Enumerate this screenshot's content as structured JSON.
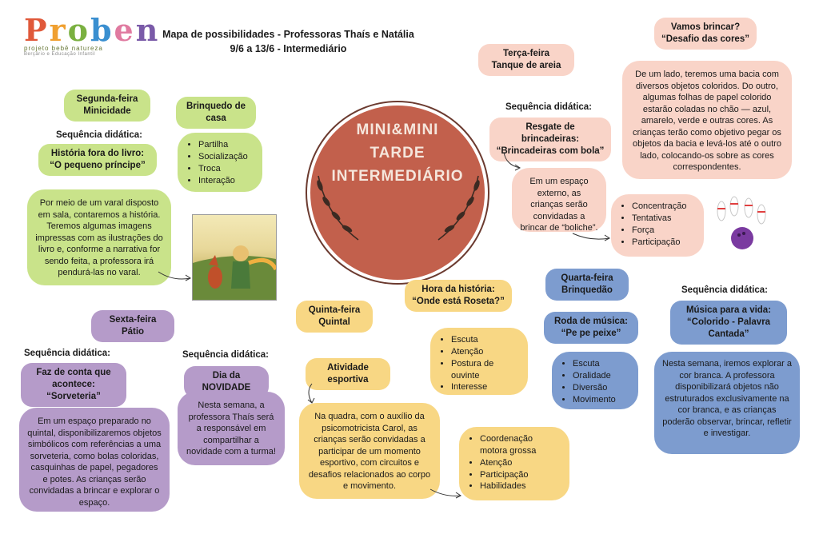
{
  "logo": {
    "word": "Proben",
    "sub1": "projeto bebê natureza",
    "sub2": "Berçário e Educação Infantil"
  },
  "header": {
    "line1": "Mapa de possibilidades - Professoras Thaís e Natália",
    "line2": "9/6 a 13/6 - Intermediário"
  },
  "center": {
    "line1": "MINI&MINI",
    "line2": "TARDE",
    "line3": "INTERMEDIÁRIO"
  },
  "monday": {
    "day": "Segunda-feira\nMinicidade",
    "seq_label": "Sequência didática:",
    "activity": "História fora do livro: “O pequeno príncipe”",
    "desc": "Por meio de um varal disposto em sala, contaremos a história. Teremos algumas imagens impressas com as ilustrações do livro e, conforme a narrativa for sendo feita, a professora irá pendurá-las no varal.",
    "toy_title": "Brinquedo de casa",
    "toy_items": [
      "Partilha",
      "Socialização",
      "Troca",
      "Interação"
    ]
  },
  "tuesday": {
    "day": "Terça-feira\nTanque de areia",
    "seq_label": "Sequência didática:",
    "activity": "Resgate de brincadeiras: “Brincadeiras com bola”",
    "desc": "Em um espaço externo, as crianças serão convidadas a brincar de “boliche”.",
    "items": [
      "Concentração",
      "Tentativas",
      "Força",
      "Participação"
    ],
    "game_title": "Vamos brincar?\n“Desafio das cores”",
    "game_desc": "De um lado, teremos uma bacia com diversos objetos coloridos. Do outro, algumas folhas de papel colorido estarão coladas no chão — azul, amarelo, verde e outras cores. As crianças terão como objetivo pegar os objetos da bacia e levá-los até o outro lado, colocando-os sobre as cores correspondentes."
  },
  "wednesday": {
    "day": "Quarta-feira\nBrinquedão",
    "activity": "Roda de música:\n“Pe pe peixe”",
    "items": [
      "Escuta",
      "Oralidade",
      "Diversão",
      "Movimento"
    ],
    "seq_label": "Sequência didática:",
    "activity2": "Música para a vida: “Colorido - Palavra Cantada”",
    "desc": "Nesta semana, iremos explorar a cor branca. A professora disponibilizará objetos não estruturados exclusivamente na cor branca, e as crianças poderão observar, brincar, refletir e investigar."
  },
  "thursday": {
    "day": "Quinta-feira\nQuintal",
    "story": "Hora da história:\n“Onde está Roseta?”",
    "story_items": [
      "Escuta",
      "Atenção",
      "Postura de ouvinte",
      "Interesse"
    ],
    "activity": "Atividade\nesportiva",
    "desc": "Na quadra, com o auxílio da psicomotricista Carol, as crianças serão convidadas a participar de um momento esportivo, com circuitos e desafios relacionados ao corpo e movimento.",
    "items": [
      "Coordenação motora grossa",
      "Atenção",
      "Participação",
      "Habilidades"
    ]
  },
  "friday": {
    "day": "Sexta-feira\nPátio",
    "seq_label1": "Sequência didática:",
    "activity1": "Faz de conta que acontece: “Sorveteria”",
    "desc1": "Em um espaço preparado no quintal, disponibilizaremos objetos simbólicos com referências a uma sorveteria, como bolas coloridas, casquinhas de papel, pegadores e potes. As crianças serão convidadas a brincar e explorar o espaço.",
    "seq_label2": "Sequência didática:",
    "activity2": "Dia da NOVIDADE",
    "desc2": "Nesta semana, a professora Thaís será a responsável em compartilhar a novidade com a turma!"
  },
  "colors": {
    "green": "#c9e38a",
    "pink": "#f9d4c8",
    "purple": "#b59bc9",
    "yellow": "#f8d784",
    "blue": "#7d9ccf",
    "center": "#c2604c"
  }
}
